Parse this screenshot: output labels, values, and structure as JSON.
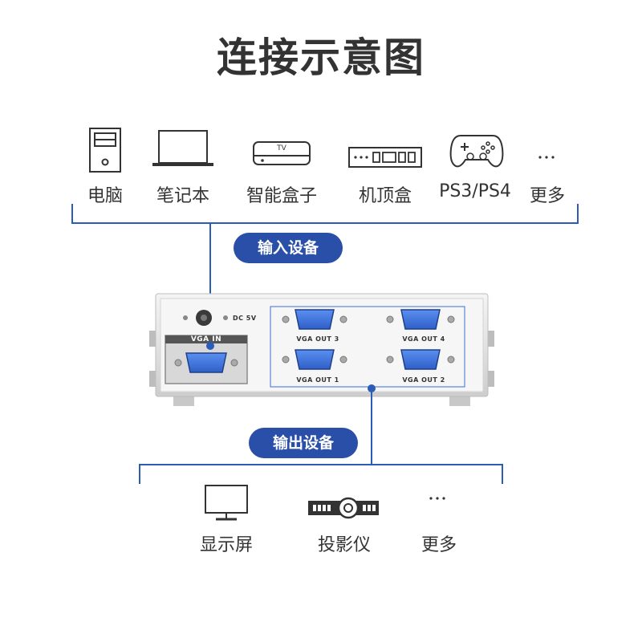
{
  "title": "连接示意图",
  "input_devices": [
    {
      "label": "电脑",
      "icon": "desktop-tower-icon"
    },
    {
      "label": "笔记本",
      "icon": "laptop-icon"
    },
    {
      "label": "智能盒子",
      "icon": "smart-box-icon"
    },
    {
      "label": "机顶盒",
      "icon": "set-top-box-icon"
    },
    {
      "label": "PS3/PS4",
      "icon": "gamepad-icon"
    },
    {
      "label": "更多",
      "icon": "ellipsis-icon"
    }
  ],
  "input_badge": "输入设备",
  "output_badge": "输出设备",
  "output_devices": [
    {
      "label": "显示屏",
      "icon": "monitor-icon"
    },
    {
      "label": "投影仪",
      "icon": "projector-icon"
    },
    {
      "label": "更多",
      "icon": "ellipsis-icon"
    }
  ],
  "splitter": {
    "dc_label": "DC 5V",
    "tv_label": "TV",
    "vga_in_label": "VGA IN",
    "ports": [
      "VGA OUT 3",
      "VGA OUT 4",
      "VGA OUT 1",
      "VGA OUT 2"
    ]
  },
  "colors": {
    "accent": "#2a4fa8",
    "line": "#2a5cb8",
    "port": "#3a6fd8"
  }
}
